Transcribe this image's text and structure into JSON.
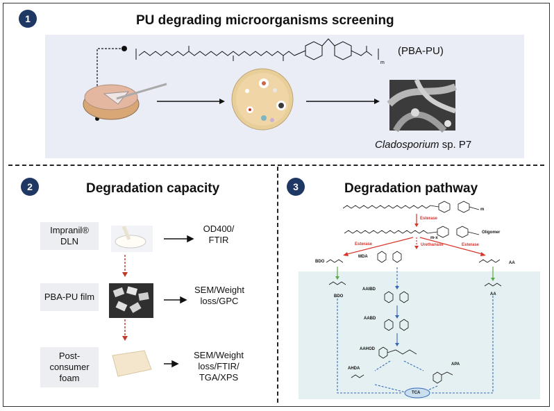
{
  "section1": {
    "number": "1",
    "title": "PU degrading microorganisms screening",
    "polymer_label": "(PBA-PU)",
    "subscript_m": "m",
    "organism_genus": "Cladosporium",
    "organism_rest": " sp. P7"
  },
  "section2": {
    "number": "2",
    "title": "Degradation capacity",
    "rows": [
      {
        "substrate": "Impranil® DLN",
        "analysis": "OD400/ FTIR"
      },
      {
        "substrate": "PBA-PU film",
        "analysis": "SEM/Weight loss/GPC"
      },
      {
        "substrate": "Post- consumer foam",
        "analysis": "SEM/Weight loss/FTIR/ TGA/XPS"
      }
    ]
  },
  "section3": {
    "number": "3",
    "title": "Degradation pathway",
    "enzymes": {
      "esterase_top": "Esterase",
      "esterase_left": "Esterase",
      "urethanase": "Urethanase",
      "esterase_right": "Esterase"
    },
    "labels": {
      "oligomer": "Oligomer",
      "bdo": "BDO",
      "mda": "MDA",
      "aa": "AA",
      "bdo2": "BDO",
      "aa2": "AA",
      "aaibd": "AAIBD",
      "aabd": "AABD",
      "aahod": "AAHOD",
      "ahda": "AHDA",
      "apa": "APA",
      "tca": "TCA",
      "m": "m",
      "mx": "m-x"
    }
  },
  "colors": {
    "badge": "#1f3763",
    "panel": "#eaedf5",
    "cell_bg": "#e5f0f2",
    "red_arrow": "#d9332b",
    "green_arrow": "#5aa846",
    "blue_arrow": "#3569b5"
  }
}
